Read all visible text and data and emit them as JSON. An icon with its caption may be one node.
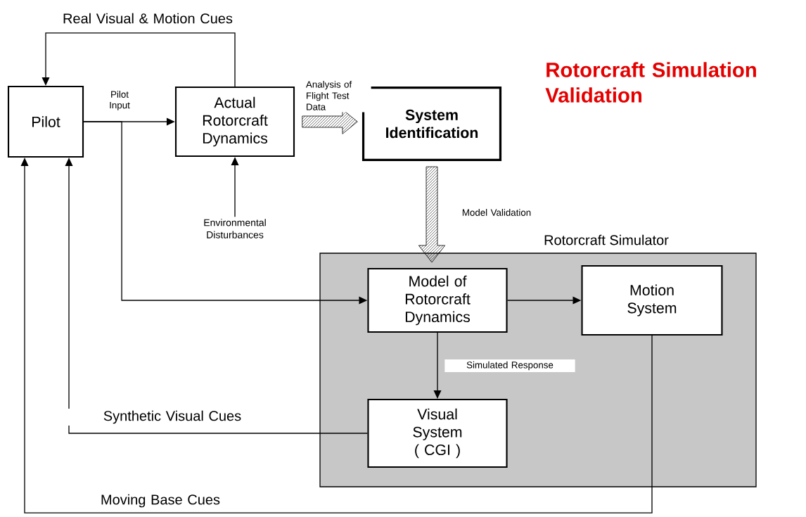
{
  "diagram": {
    "title": "Rotorcraft Simulation Validation",
    "nodes": [
      {
        "text": [
          "Pilot"
        ]
      },
      {
        "text": [
          "Actual Rotorcraft Dynamics"
        ]
      },
      {
        "text": [
          "System Identification"
        ]
      },
      {
        "text": [
          "Rotorcraft Simulator"
        ]
      },
      {
        "text": [
          "Model of Rotorcraft Dynamics"
        ],
        "in": 3
      },
      {
        "text": [
          "Motion System"
        ],
        "in": 3
      },
      {
        "text": [
          "Visual System ( CGI )"
        ],
        "in": 3
      },
      {
        "text": [
          "Environmental Disturbances"
        ]
      }
    ],
    "edges": [
      {
        "from": 0,
        "to": 1,
        "arrow": "to",
        "label": "Pilot Input"
      },
      {
        "from": 1,
        "to": 0,
        "arrow": "to",
        "label": "Real Visual & Motion Cues"
      },
      {
        "from": 1,
        "to": 2,
        "arrow": "to",
        "label": "Analysis of Flight Test Data",
        "style": "thick"
      },
      {
        "from": 2,
        "to": 4,
        "arrow": "to",
        "label": "Model Validation",
        "style": "thick"
      },
      {
        "from": 7,
        "to": 1,
        "arrow": "to"
      },
      {
        "from": 0,
        "to": 4,
        "arrow": "to"
      },
      {
        "from": 4,
        "to": 5,
        "arrow": "to"
      },
      {
        "from": 4,
        "to": 6,
        "arrow": "to",
        "label": "Simulated Response"
      },
      {
        "from": 6,
        "to": 0,
        "arrow": "to",
        "label": "Synthetic Visual Cues"
      },
      {
        "from": 5,
        "to": 0,
        "arrow": "to",
        "label": "Moving Base Cues"
      }
    ]
  }
}
